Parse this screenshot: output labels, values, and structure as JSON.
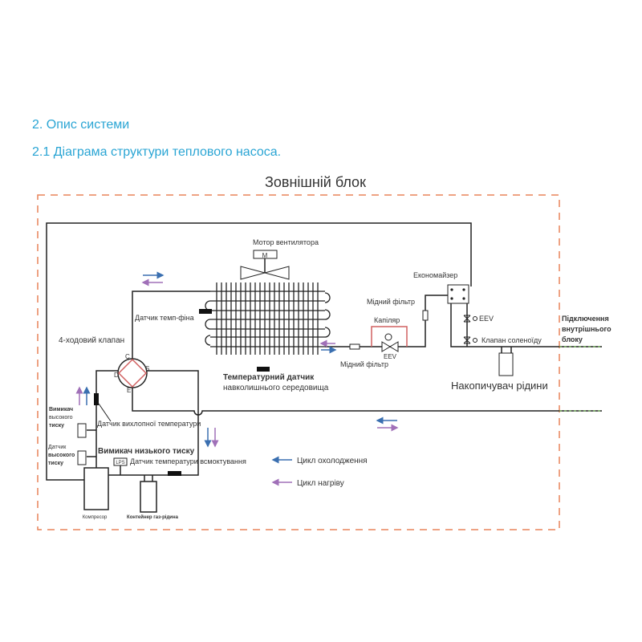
{
  "headings": {
    "section": "2. Опис системи",
    "subsection": "2.1 Діаграма структури теплового насоса."
  },
  "diagram": {
    "title": "Зовнішній блок",
    "labels": {
      "fan_motor": "Мотор вентилятора",
      "motor_letter": "M",
      "fin_sensor": "Датчик темп-фіна",
      "four_way_valve": "4-ходовий клапан",
      "port_c": "C",
      "port_d": "D",
      "port_s": "S",
      "port_e": "E",
      "ambient_sensor_1": "Температурний датчик",
      "ambient_sensor_2": "навколишнього середовища",
      "copper_filter_1": "Мідний фільтр",
      "copper_filter_2": "Мідний фільтр",
      "capillary": "Капіляр",
      "eev_main": "EEV",
      "economizer": "Економайзер",
      "eev_eco": "EEV",
      "solenoid_valve": "Клапан соленоїду",
      "liquid_receiver": "Накопичувач рідини",
      "indoor_connection_1": "Підключення",
      "indoor_connection_2": "внутрішнього",
      "indoor_connection_3": "блоку",
      "hp_switch_1": "Вимикач",
      "hp_switch_2": "высокого",
      "hp_switch_3": "тиску",
      "hp_sensor_1": "Датчик",
      "hp_sensor_2": "высокого",
      "hp_sensor_3": "тиску",
      "discharge_sensor": "Датчик вихлопної температури",
      "lp_switch": "Вимикач низького тиску",
      "lps": "LPS",
      "suction_sensor": "Датчик температури всмоктування",
      "compressor": "Компресор",
      "gas_liquid_container": "Контейнер газ-рідина"
    },
    "legend": {
      "cooling": "Цикл охолодження",
      "heating": "Цикл нагріву"
    },
    "colors": {
      "cooling": "#3a6fb0",
      "heating": "#a070b8",
      "boundary": "#e8845a",
      "capillary": "#d06060",
      "indoor_link": "#6cbf4a",
      "heading": "#2aa5d4"
    }
  }
}
